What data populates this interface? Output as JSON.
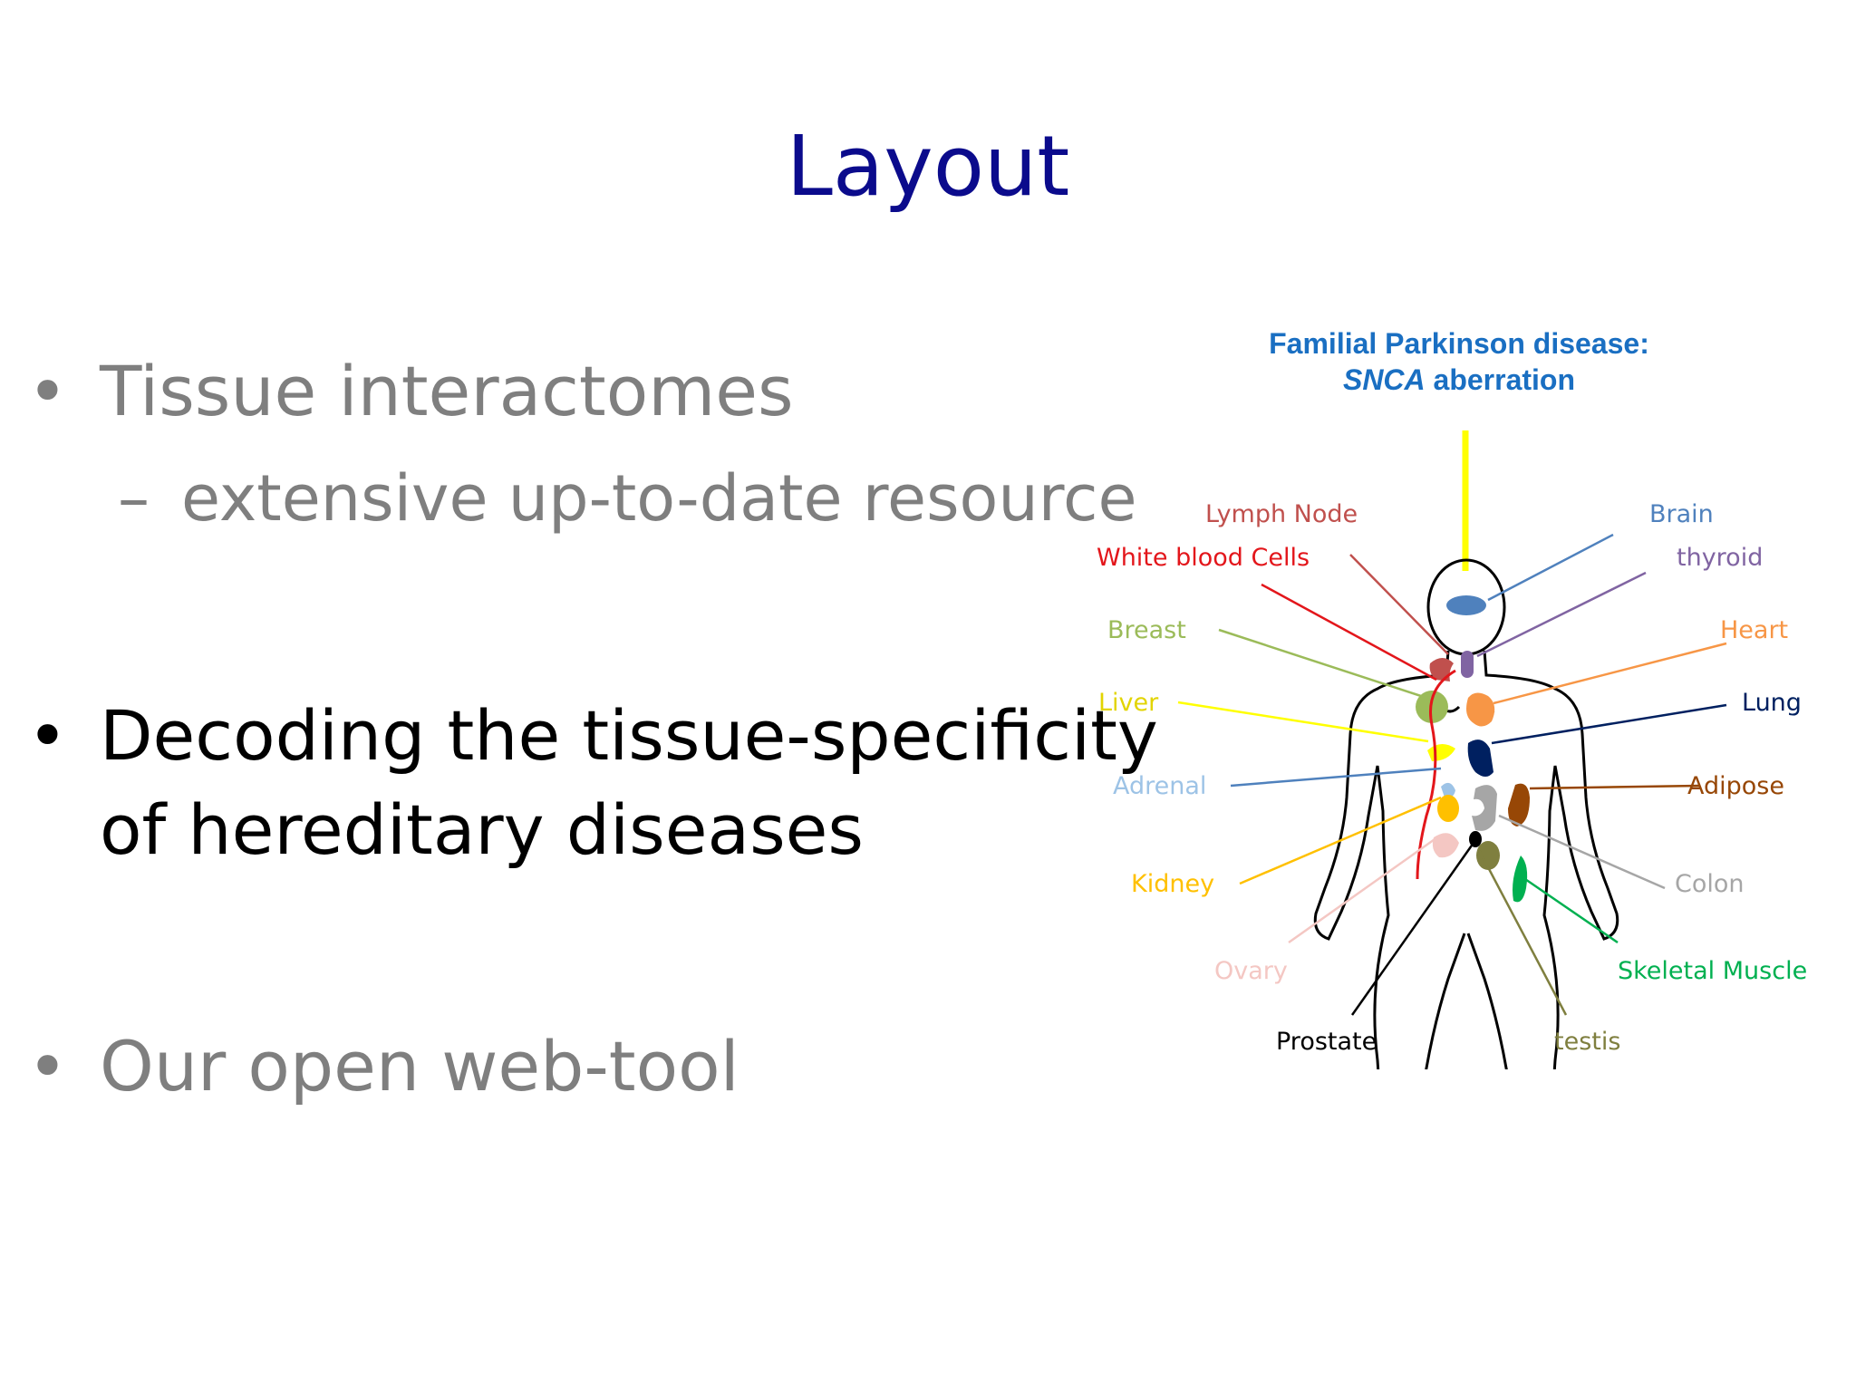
{
  "slide": {
    "title": "Layout",
    "bullets": [
      {
        "text": "Tissue interactomes",
        "active": false,
        "sub": "extensive up-to-date resource"
      },
      {
        "text": "Decoding the tissue-specificity",
        "line2": "of hereditary diseases",
        "active": true
      },
      {
        "text": "Our open web-tool",
        "active": false
      }
    ],
    "bullet_glyph": "•",
    "dash_glyph": "–"
  },
  "figure": {
    "title_line1": "Familial Parkinson disease:",
    "title_gene": "SNCA",
    "title_rest": " aberration",
    "title_color": "#1a6fc2",
    "labels": {
      "lymph_node": "Lymph Node",
      "white_blood_cells": "White blood Cells",
      "breast": "Breast",
      "liver": "Liver",
      "adrenal": "Adrenal",
      "kidney": "Kidney",
      "ovary": "Ovary",
      "prostate": "Prostate",
      "brain": "Brain",
      "thyroid": "thyroid",
      "heart": "Heart",
      "lung": "Lung",
      "adipose": "Adipose",
      "colon": "Colon",
      "skeletal_muscle": "Skeletal Muscle",
      "testis": "testis"
    },
    "colors": {
      "lymph_node": "#c0504d",
      "white_blood_cells": "#e3161b",
      "breast": "#9bbb59",
      "liver": "#ffff00",
      "adrenal": "#9dc3e6",
      "kidney": "#ffc000",
      "ovary": "#f4c7c3",
      "prostate": "#000000",
      "brain": "#4f81bd",
      "thyroid": "#8064a2",
      "heart": "#f79646",
      "lung": "#002060",
      "adipose": "#974706",
      "colon": "#a6a6a6",
      "skeletal_muscle": "#00b050",
      "testis": "#7f7f3f",
      "highlight": "#ffff00"
    }
  }
}
